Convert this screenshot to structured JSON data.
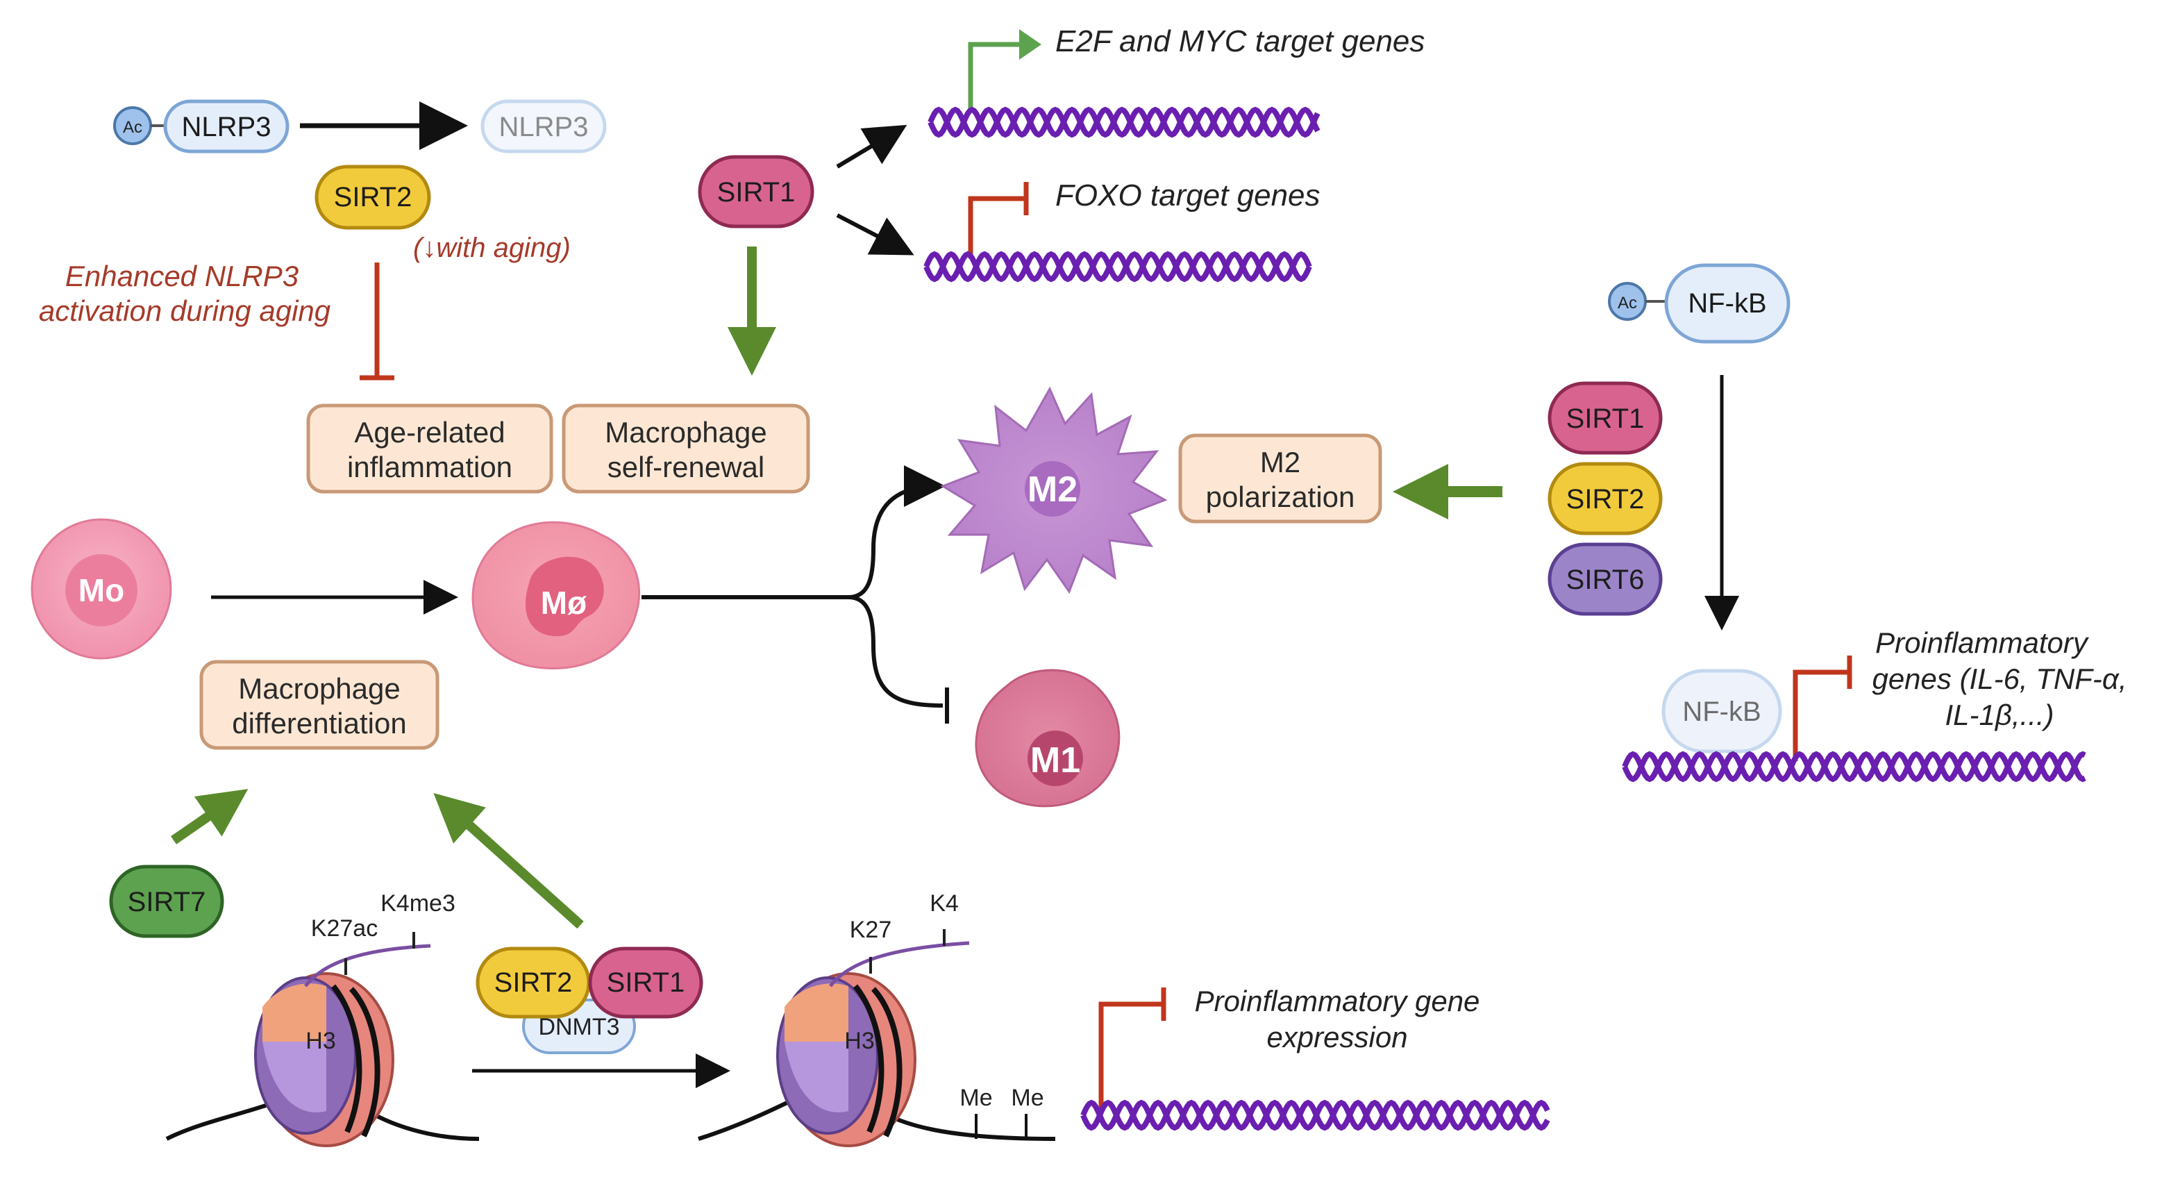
{
  "colors": {
    "sirt1": "#d9638f",
    "sirt2": "#f2cb3c",
    "sirt6": "#9b84c8",
    "sirt7": "#5da24f",
    "activate_arrow": "#5a8a2c",
    "inhibit": "#c0361d",
    "dna_purple": "#6a1fb0",
    "box_fill": "#fde7d4",
    "box_border": "#c99977",
    "aging_text": "#a53b29"
  },
  "nlrp3": {
    "ac_label": "Ac",
    "acetylated_label": "NLRP3",
    "deacetylated_label": "NLRP3",
    "enzyme": "SIRT2",
    "aging_note": "(↓with aging)",
    "aging_caption_line1": "Enhanced NLRP3",
    "aging_caption_line2": "activation during aging"
  },
  "sirt1_top": {
    "label": "SIRT1",
    "gene_up": "E2F and MYC target genes",
    "gene_down": "FOXO target genes"
  },
  "boxes": {
    "age_inflammation_line1": "Age-related",
    "age_inflammation_line2": "inflammation",
    "self_renewal_line1": "Macrophage",
    "self_renewal_line2": "self-renewal",
    "m2_polarization_line1": "M2",
    "m2_polarization_line2": "polarization",
    "differentiation_line1": "Macrophage",
    "differentiation_line2": "differentiation"
  },
  "cells": {
    "monocyte": "Mo",
    "macrophage": "Mø",
    "m2": "M2",
    "m1": "M1"
  },
  "nfkb": {
    "ac_label": "Ac",
    "label": "NF-kB",
    "bound_label": "NF-kB",
    "sirts": [
      "SIRT1",
      "SIRT2",
      "SIRT6"
    ],
    "genes_line1": "Proinflammatory",
    "genes_line2": "genes (IL-6, TNF-α,",
    "genes_line3": "IL-1β,...)"
  },
  "epigenetic": {
    "sirt7": "SIRT7",
    "sirt2": "SIRT2",
    "sirt1": "SIRT1",
    "dnmt3": "DNMT3",
    "before_mark1": "K27ac",
    "before_mark2": "K4me3",
    "histone_label": "H3",
    "after_mark1": "K27",
    "after_mark2": "K4",
    "after_histone_label": "H3",
    "methyl1": "Me",
    "methyl2": "Me",
    "gene_line1": "Proinflammatory gene",
    "gene_line2": "expression"
  }
}
